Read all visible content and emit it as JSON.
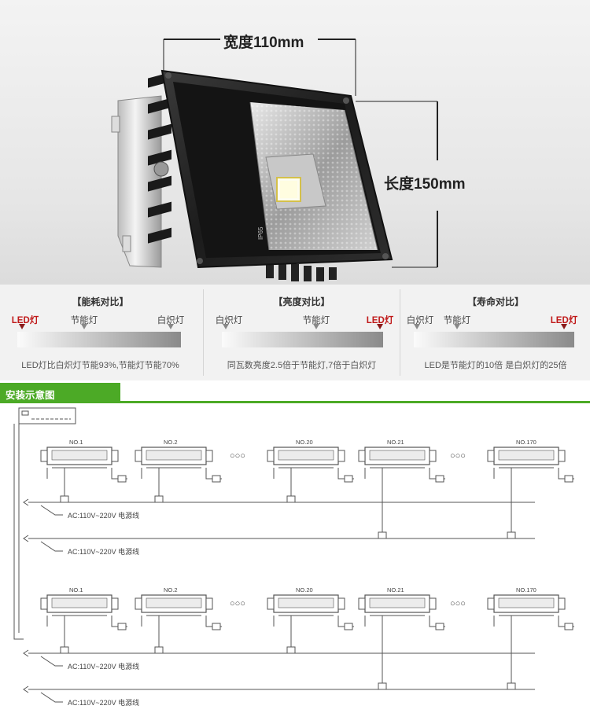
{
  "dimensions": {
    "width_label": "宽度110mm",
    "length_label": "长度150mm",
    "rating_label": "IP65"
  },
  "comparisons": [
    {
      "title": "【能耗对比】",
      "markers": [
        {
          "label": "LED灯",
          "led": true
        },
        {
          "label": "节能灯",
          "led": false
        },
        {
          "label": "白炽灯",
          "led": false
        }
      ],
      "note": "LED灯比白炽灯节能93%,节能灯节能70%"
    },
    {
      "title": "【亮度对比】",
      "markers": [
        {
          "label": "白炽灯",
          "led": false
        },
        {
          "label": "节能灯",
          "led": false
        },
        {
          "label": "LED灯",
          "led": true
        }
      ],
      "note": "同瓦数亮度2.5倍于节能灯,7倍于白炽灯"
    },
    {
      "title": "【寿命对比】",
      "markers": [
        {
          "label": "白炽灯",
          "led": false
        },
        {
          "label": "节能灯",
          "led": false
        },
        {
          "label": "LED灯",
          "led": true
        }
      ],
      "note": "LED是节能灯的10倍 是白炽灯的25倍"
    }
  ],
  "install": {
    "title": "安装示意图",
    "lamp_labels": [
      "NO.1",
      "NO.2",
      "NO.20",
      "NO.21",
      "NO.170"
    ],
    "ellipsis": "○○○",
    "power_label": "AC:110V~220V  电源线"
  },
  "colors": {
    "accent_green": "#4caa26",
    "led_red": "#c01a1a"
  }
}
